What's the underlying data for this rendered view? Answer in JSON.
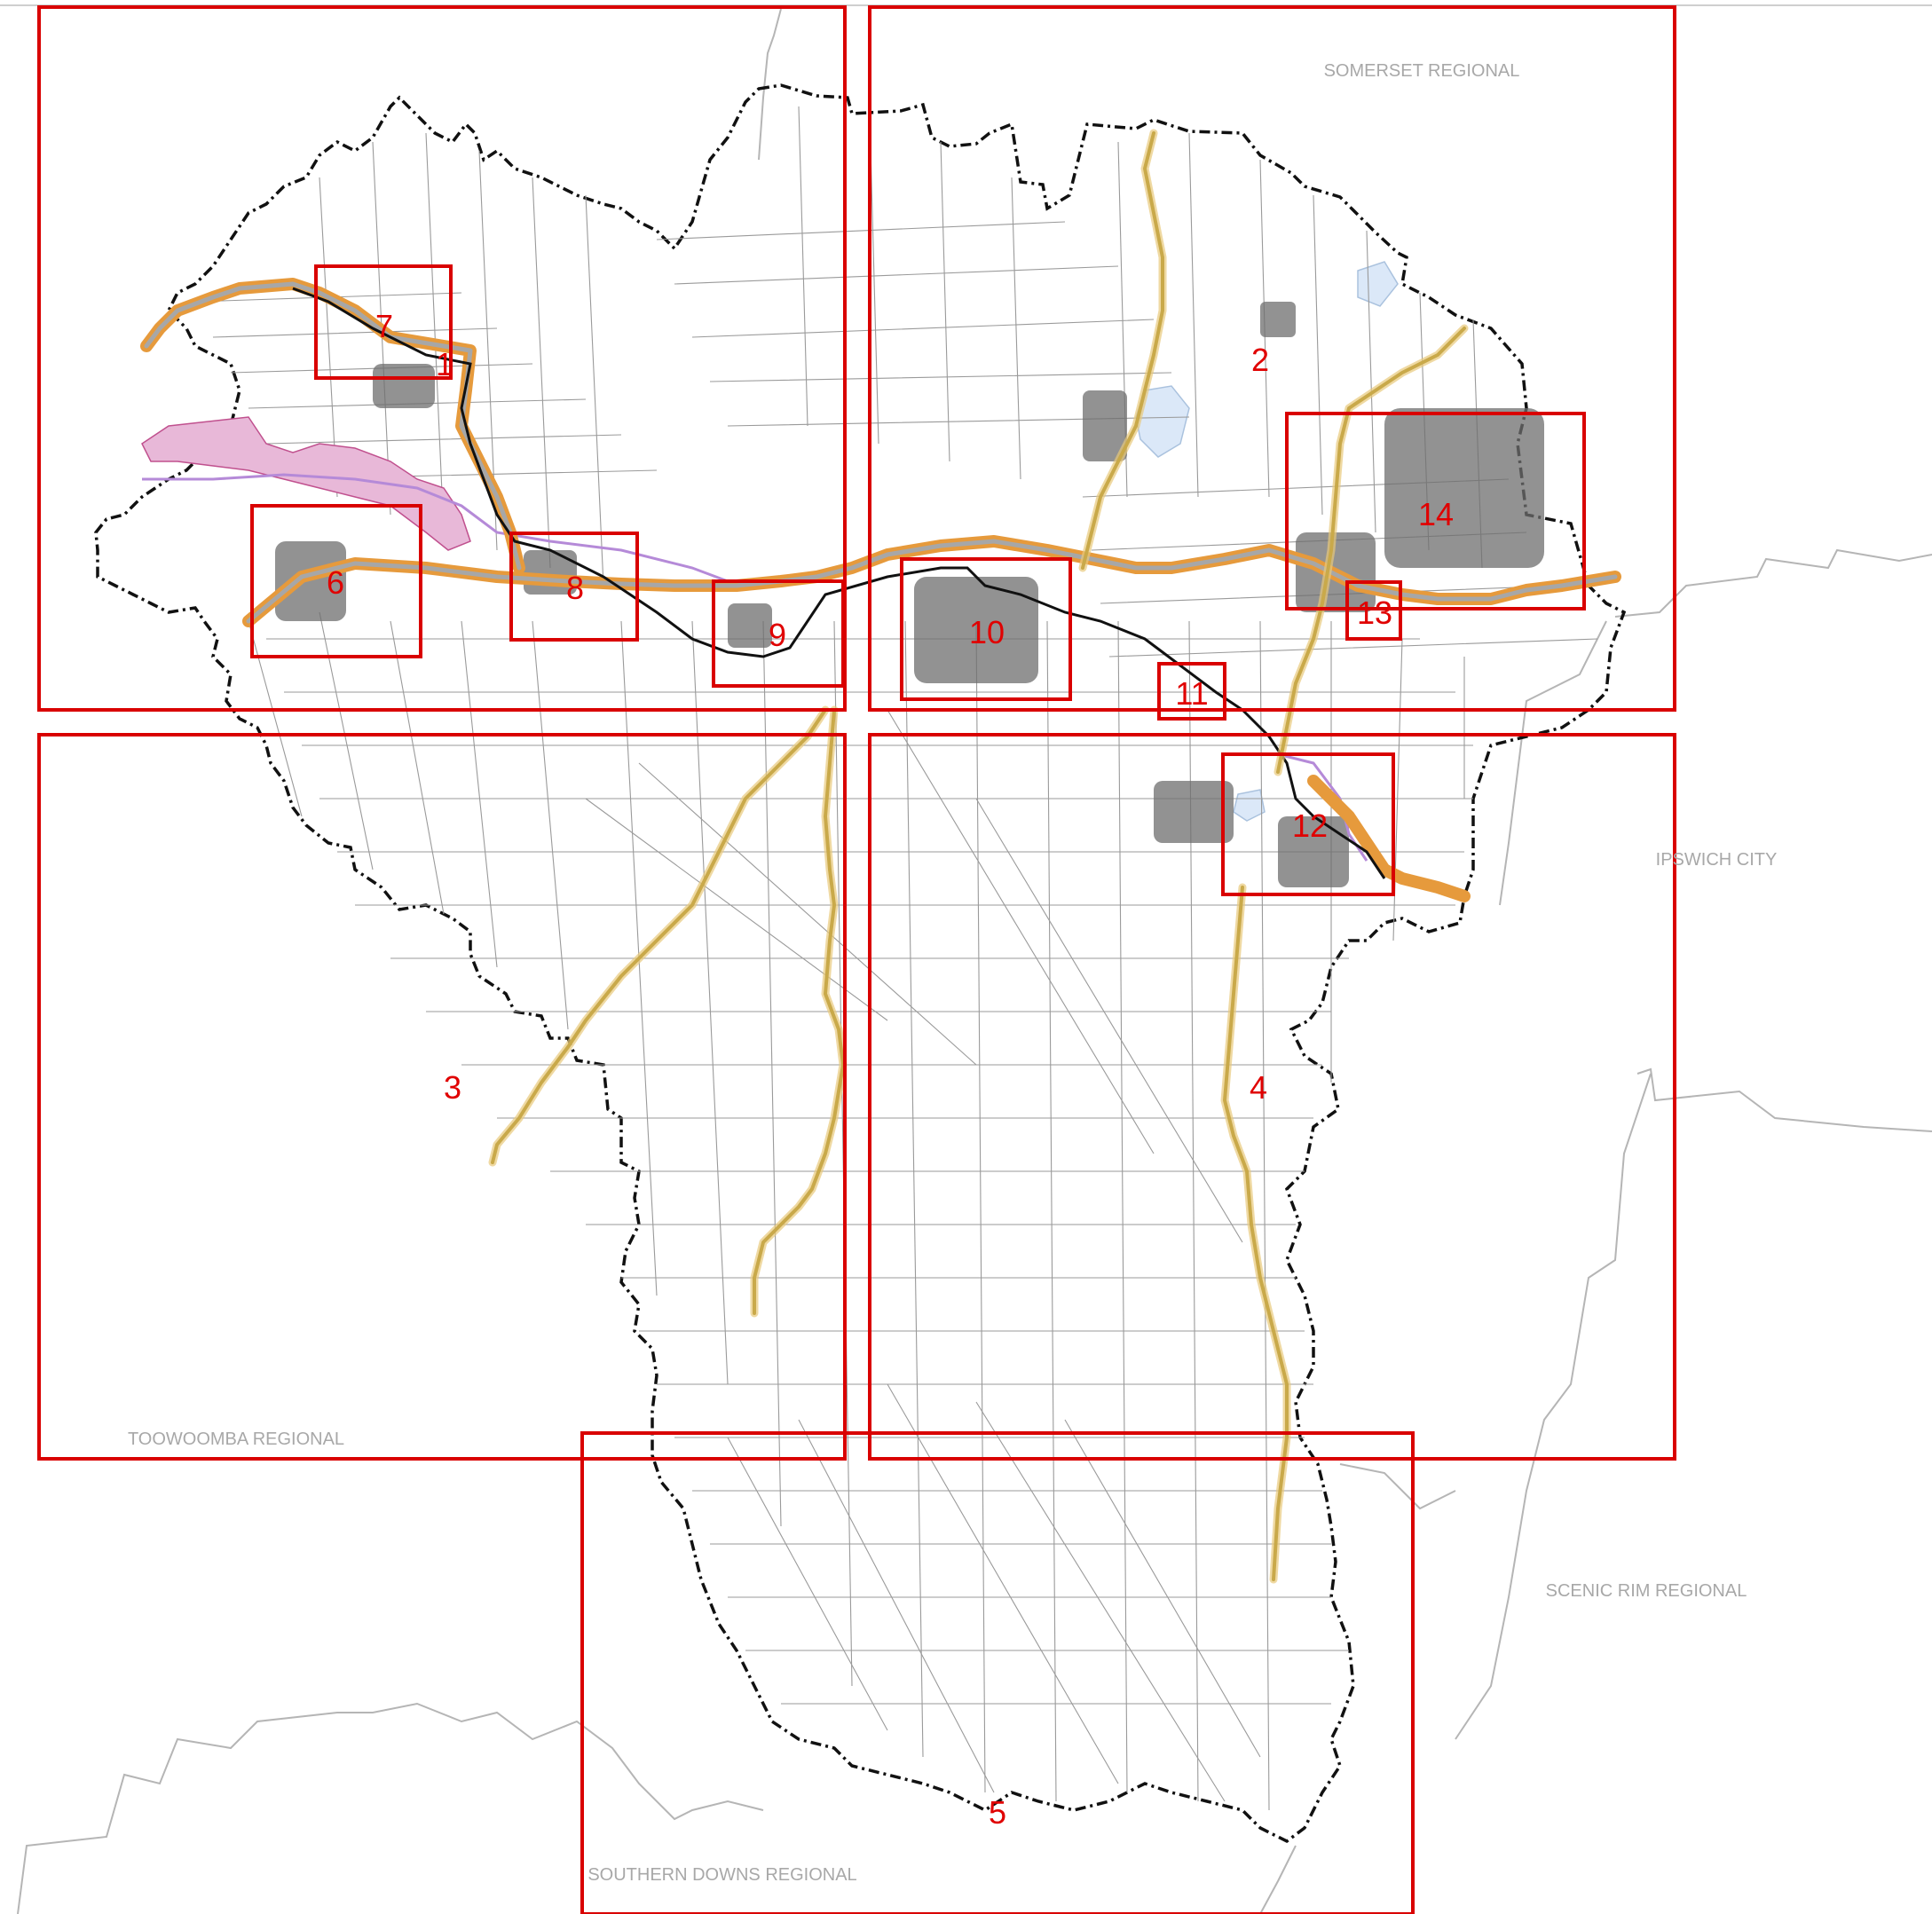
{
  "region_labels": [
    {
      "key": "somerset",
      "text": "SOMERSET REGIONAL"
    },
    {
      "key": "ipswich",
      "text": "IPSWICH CITY"
    },
    {
      "key": "scenic",
      "text": "SCENIC RIM REGIONAL"
    },
    {
      "key": "toowoomba",
      "text": "TOOWOOMBA REGIONAL"
    },
    {
      "key": "southern",
      "text": "SOUTHERN DOWNS REGIONAL"
    }
  ],
  "map_sheets": [
    "1",
    "2",
    "3",
    "4",
    "5",
    "6",
    "7",
    "8",
    "9",
    "10",
    "11",
    "12",
    "13",
    "14"
  ],
  "colors": {
    "sheet_frame": "#d90000",
    "sheet_label": "#e00000",
    "boundary": "#111111",
    "parcel": "#9a9a9a",
    "road": "#c9a94a",
    "highway_halo": "#e69a3c",
    "water": "#dbe8f8",
    "region_label": "#a8a8a8"
  }
}
